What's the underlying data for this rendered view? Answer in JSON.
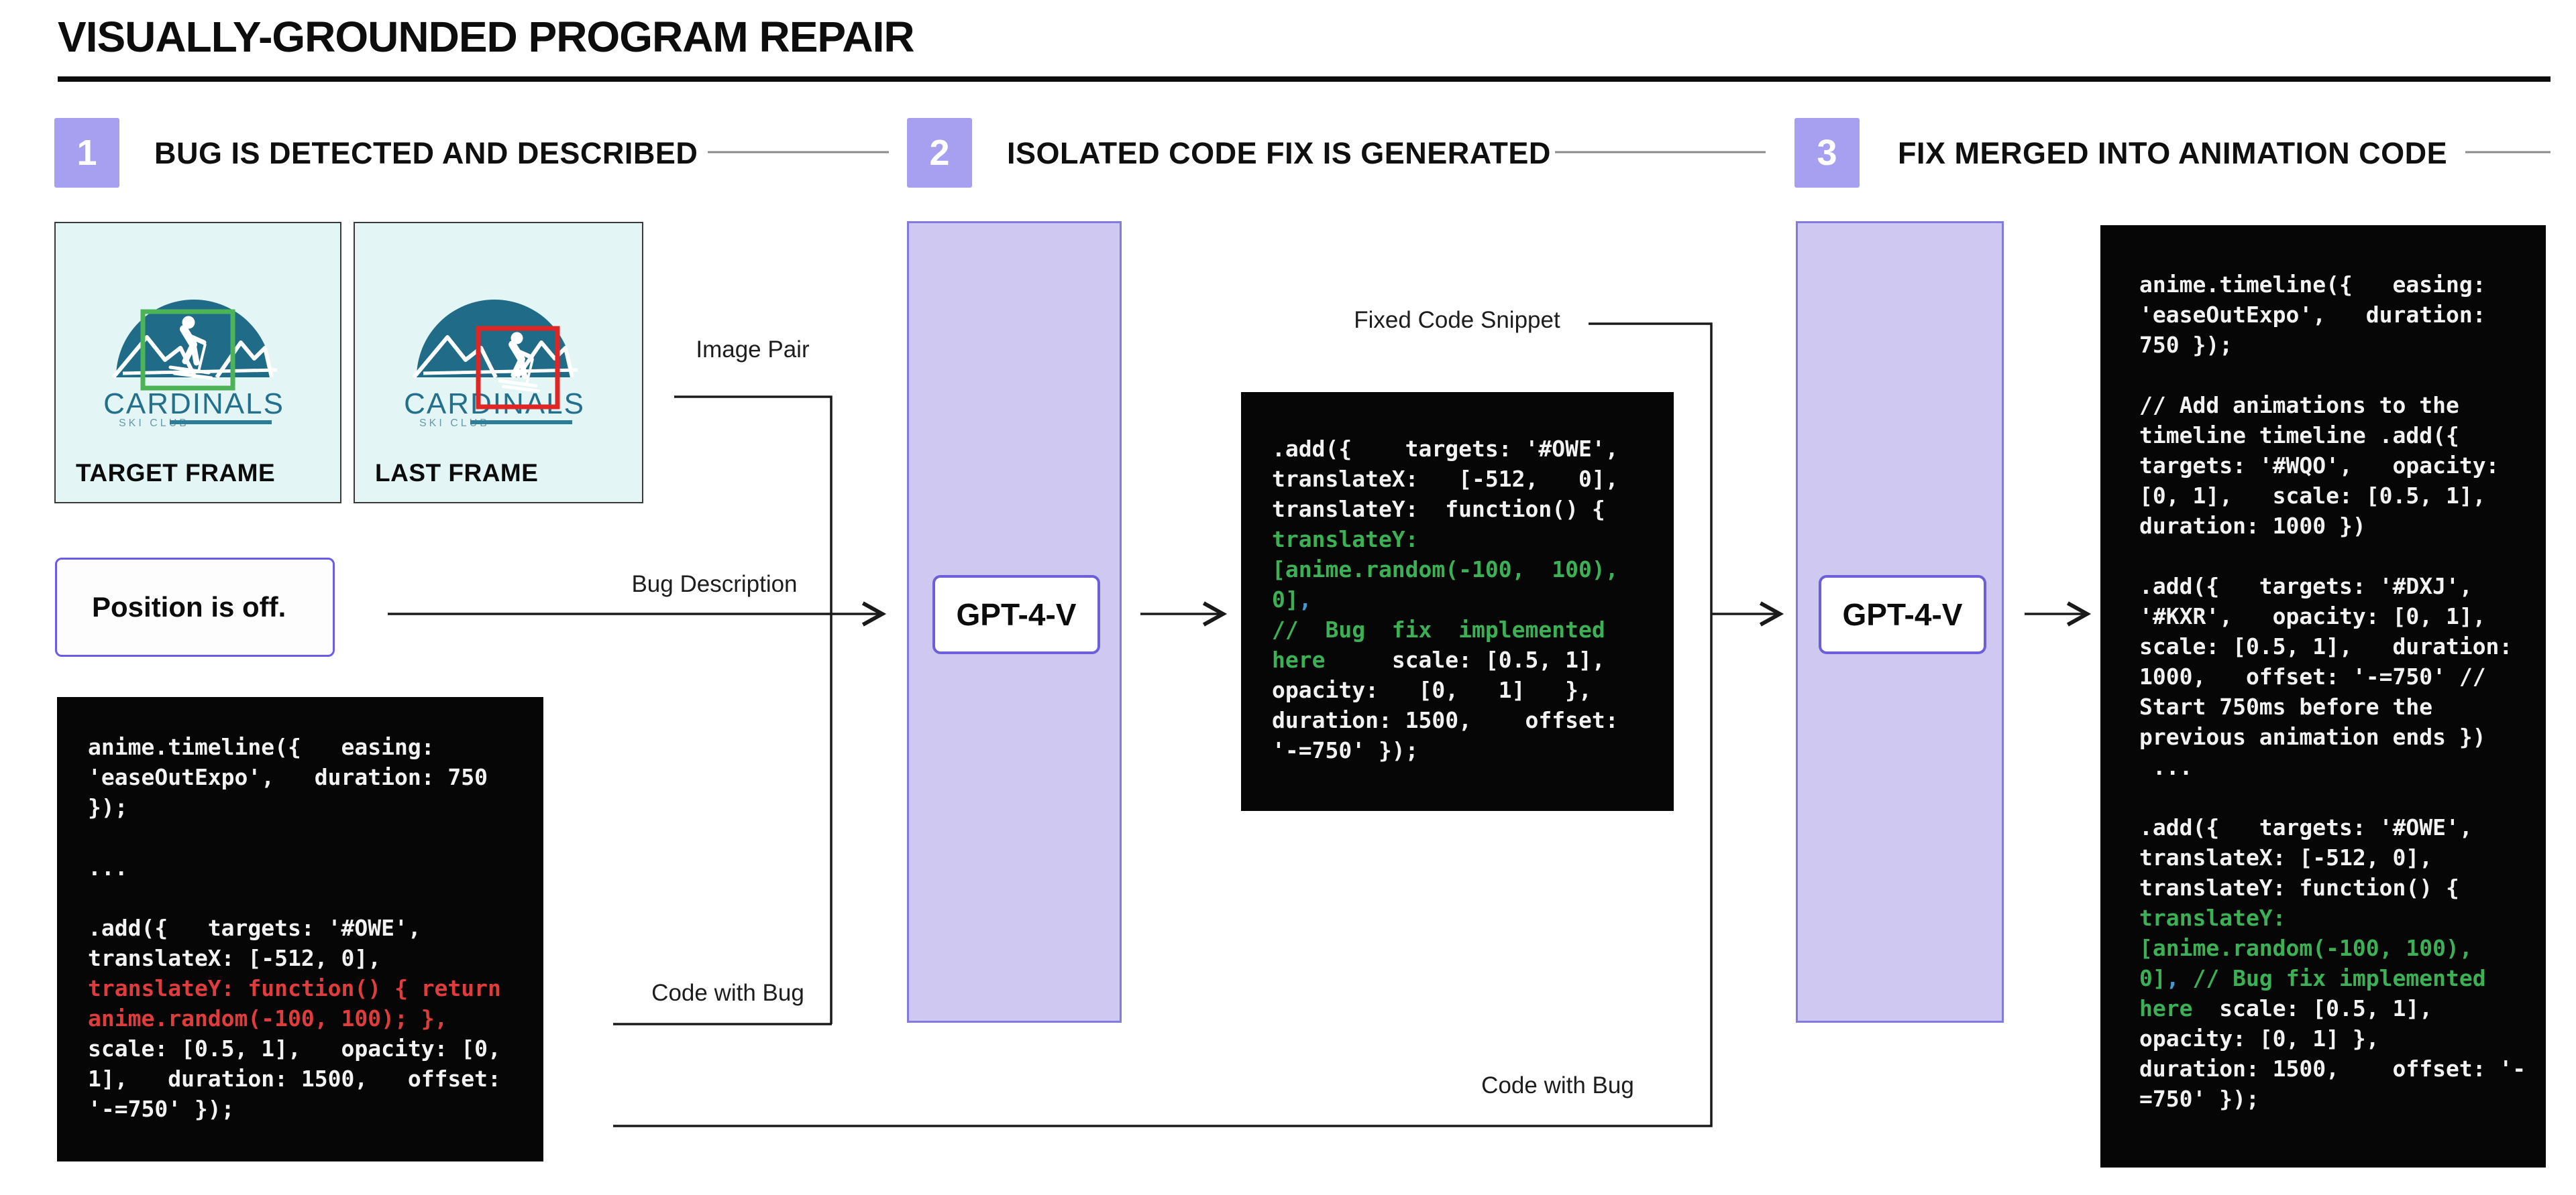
{
  "title": "VISUALLY-GROUNDED PROGRAM REPAIR",
  "steps": [
    {
      "number": "1",
      "label": "BUG IS DETECTED AND DESCRIBED"
    },
    {
      "number": "2",
      "label": "ISOLATED CODE FIX IS GENERATED"
    },
    {
      "number": "3",
      "label": "FIX MERGED INTO ANIMATION CODE"
    }
  ],
  "frames": {
    "target": {
      "label": "TARGET FRAME",
      "logo_title": "CARDINALS",
      "logo_subtitle": "SKI CLUB"
    },
    "last": {
      "label": "LAST FRAME",
      "logo_title": "CARDINALS",
      "logo_subtitle": "SKI CLUB"
    }
  },
  "bug_description_box": "Position is off.",
  "model_boxes": [
    {
      "label": "GPT-4-V"
    },
    {
      "label": "GPT-4-V"
    }
  ],
  "connector_labels": {
    "image_pair": "Image Pair",
    "bug_description": "Bug Description",
    "code_with_bug_1": "Code with Bug",
    "fixed_code_snippet": "Fixed Code Snippet",
    "code_with_bug_2": "Code with Bug"
  },
  "code_panels": {
    "buggy": {
      "lines": [
        [
          [
            "w",
            "anime.timeline({   easing:"
          ]
        ],
        [
          [
            "w",
            "'easeOutExpo',   duration: 750"
          ]
        ],
        [
          [
            "w",
            "});"
          ]
        ],
        [],
        [
          [
            "w",
            "..."
          ]
        ],
        [],
        [
          [
            "w",
            ".add({   targets: '#OWE',"
          ]
        ],
        [
          [
            "w",
            "translateX: [-512, 0],"
          ]
        ],
        [
          [
            "r",
            "translateY: function() { return"
          ]
        ],
        [
          [
            "r",
            "anime.random(-100, 100); },"
          ]
        ],
        [
          [
            "w",
            "scale: [0.5, 1],   opacity: [0,"
          ]
        ],
        [
          [
            "w",
            "1],   duration: 1500,   offset:"
          ]
        ],
        [
          [
            "w",
            "'-=750' });"
          ]
        ]
      ]
    },
    "fixed_snippet": {
      "lines": [
        [
          [
            "w",
            ".add({    targets: '#OWE',"
          ]
        ],
        [
          [
            "w",
            "translateX:   [-512,   0],"
          ]
        ],
        [
          [
            "w",
            "translateY:  function() {"
          ]
        ],
        [
          [
            "g",
            "translateY:"
          ]
        ],
        [
          [
            "g",
            "[anime.random(-100,  100),"
          ]
        ],
        [
          [
            "g",
            "0]"
          ],
          [
            "b",
            ","
          ]
        ],
        [
          [
            "g",
            "//  Bug  fix  implemented"
          ]
        ],
        [
          [
            "g",
            "here"
          ],
          [
            "w",
            "     scale: [0.5, 1],"
          ]
        ],
        [
          [
            "w",
            "opacity:   [0,   1]   },"
          ]
        ],
        [
          [
            "w",
            "duration: 1500,    offset:"
          ]
        ],
        [
          [
            "w",
            "'-=750' });"
          ]
        ]
      ]
    },
    "merged": {
      "lines": [
        [
          [
            "w",
            "anime.timeline({   easing:"
          ]
        ],
        [
          [
            "w",
            "'easeOutExpo',   duration:"
          ]
        ],
        [
          [
            "w",
            "750 });"
          ]
        ],
        [],
        [
          [
            "w",
            "// Add animations to the"
          ]
        ],
        [
          [
            "w",
            "timeline timeline .add({"
          ]
        ],
        [
          [
            "w",
            "targets: '#WQO',   opacity:"
          ]
        ],
        [
          [
            "w",
            "[0, 1],   scale: [0.5, 1],"
          ]
        ],
        [
          [
            "w",
            "duration: 1000 })"
          ]
        ],
        [],
        [
          [
            "w",
            ".add({   targets: '#DXJ',"
          ]
        ],
        [
          [
            "w",
            "'#KXR',   opacity: [0, 1],"
          ]
        ],
        [
          [
            "w",
            "scale: [0.5, 1],   duration:"
          ]
        ],
        [
          [
            "w",
            "1000,   offset: '-=750' //"
          ]
        ],
        [
          [
            "w",
            "Start 750ms before the"
          ]
        ],
        [
          [
            "w",
            "previous animation ends })"
          ]
        ],
        [
          [
            "w",
            " ..."
          ]
        ],
        [],
        [
          [
            "w",
            ".add({   targets: '#OWE',"
          ]
        ],
        [
          [
            "w",
            "translateX: [-512, 0],"
          ]
        ],
        [
          [
            "w",
            "translateY: function() {"
          ]
        ],
        [
          [
            "g",
            "translateY:"
          ]
        ],
        [
          [
            "g",
            "[anime.random(-100, 100),"
          ]
        ],
        [
          [
            "g",
            "0]"
          ],
          [
            "b",
            ","
          ],
          [
            "g",
            " // Bug fix implemented"
          ]
        ],
        [
          [
            "g",
            "here"
          ],
          [
            "w",
            "  scale: [0.5, 1],"
          ]
        ],
        [
          [
            "w",
            "opacity: [0, 1] },"
          ]
        ],
        [
          [
            "w",
            "duration: 1500,    offset: '-"
          ]
        ],
        [
          [
            "w",
            "=750' });"
          ]
        ]
      ]
    }
  },
  "colors": {
    "badge_purple": "#a79ff0",
    "lavender_fill": "#cfc9f2",
    "lavender_border": "#837ae0",
    "model_box_border": "#6c5fd9",
    "position_box_border": "#6a5ce8",
    "code_bg": "#060606",
    "code_white": "#f2f2f2",
    "code_red": "#e13c3c",
    "code_green": "#3cb054",
    "code_blue": "#3f9ad6",
    "frame_bg": "#e4f5f6",
    "logo_teal": "#1f6b88",
    "bbox_green": "#4cb456",
    "bbox_red": "#e02525"
  }
}
